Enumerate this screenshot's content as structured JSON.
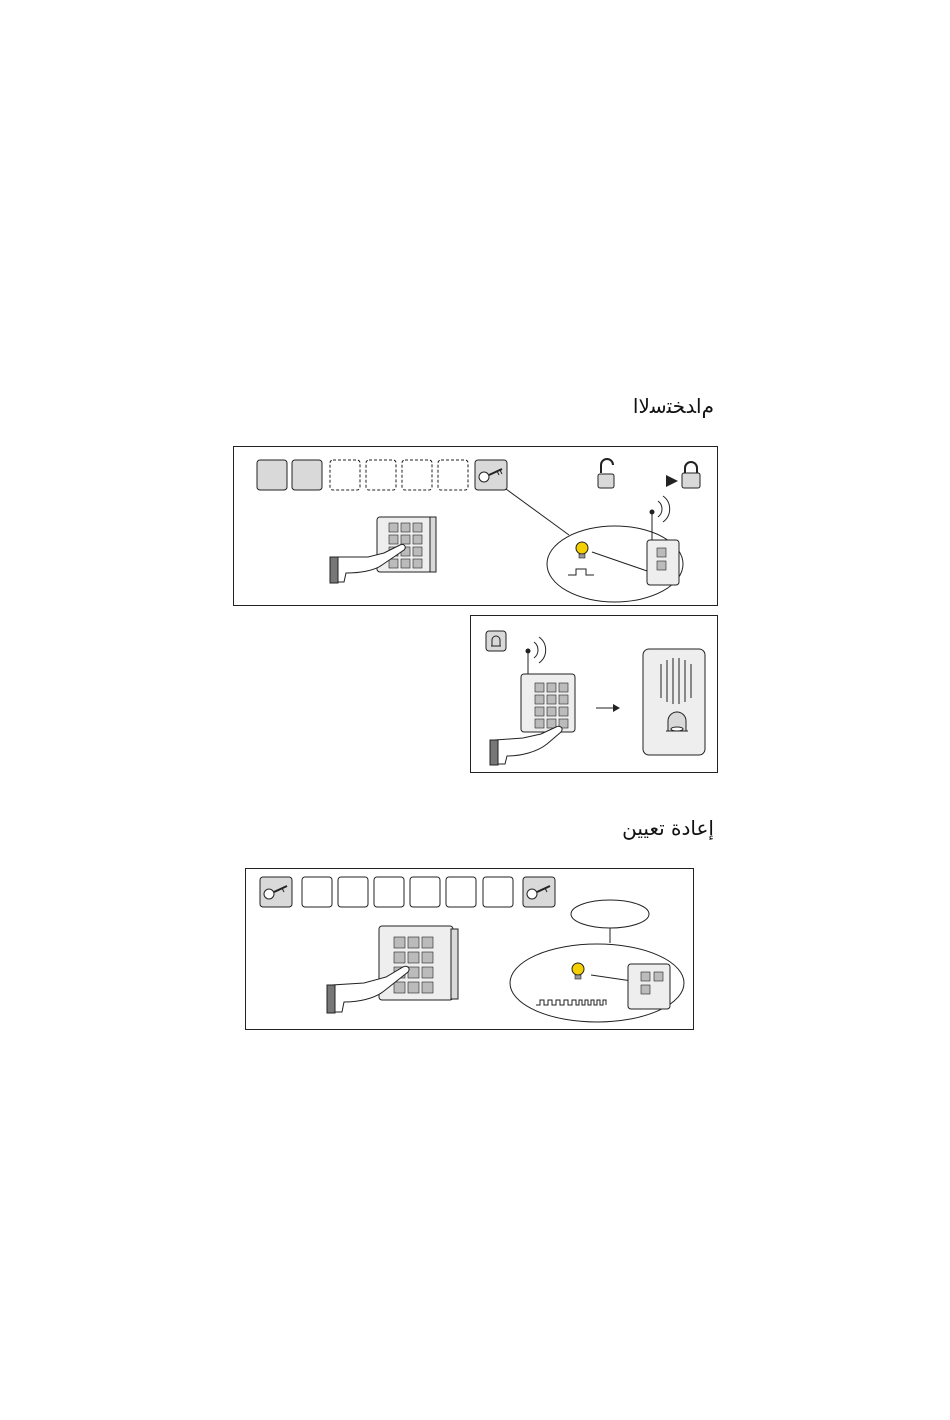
{
  "sections": {
    "usage": {
      "title": "ﻡﺍﺪﺨﺘﺳﻻﺍ"
    },
    "reset": {
      "title": "إعادة تعيين"
    }
  },
  "icons": {
    "usage_code_sequence": [
      "filled-key-box",
      "filled-key-box",
      "dashed-key-box",
      "dashed-key-box",
      "dashed-key-box",
      "dashed-key-box",
      "key-icon"
    ],
    "reset_code_sequence": [
      "key-icon",
      "empty-key-box",
      "empty-key-box",
      "empty-key-box",
      "empty-key-box",
      "empty-key-box",
      "empty-key-box",
      "key-icon"
    ],
    "lock_states": [
      "unlocked-padlock-icon",
      "locked-padlock-icon"
    ],
    "bell_panel": [
      "bell-button-icon",
      "door-chime-icon"
    ]
  },
  "colors": {
    "line": "#222222",
    "box_fill": "#d9d9d9",
    "device_fill": "#eeeeee",
    "bulb": "#f4d000"
  }
}
